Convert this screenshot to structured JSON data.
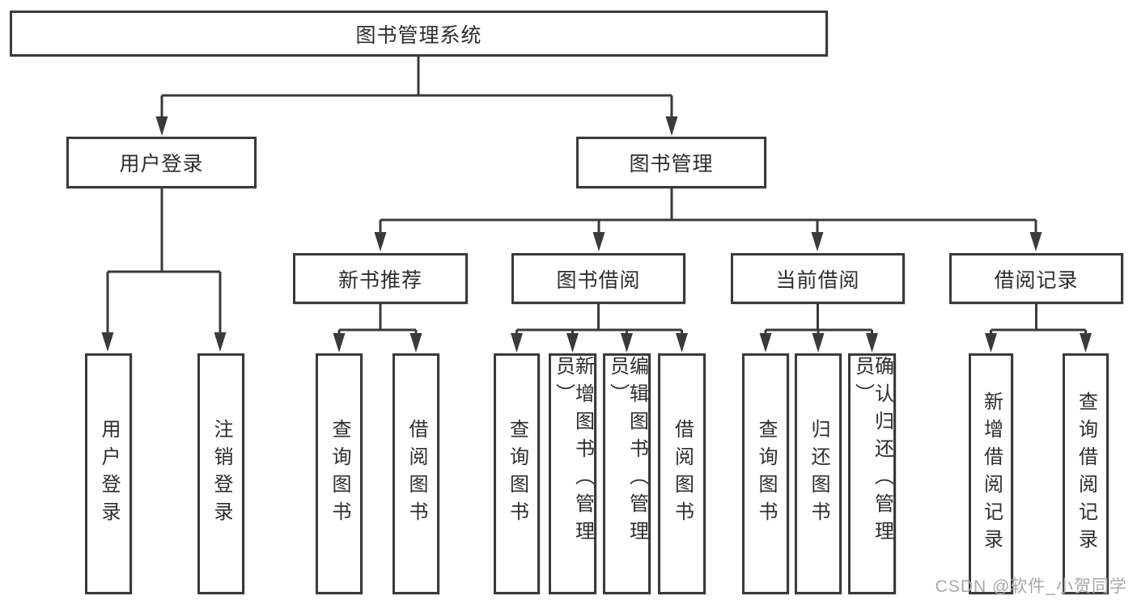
{
  "diagram": {
    "root": {
      "label": "图书管理系统"
    },
    "branches": [
      {
        "label": "用户登录",
        "children": [
          {
            "label": "用户登录"
          },
          {
            "label": "注销登录"
          }
        ]
      },
      {
        "label": "图书管理",
        "children": [
          {
            "label": "新书推荐",
            "children": [
              {
                "label": "查询图书"
              },
              {
                "label": "借阅图书"
              }
            ]
          },
          {
            "label": "图书借阅",
            "children": [
              {
                "label": "查询图书"
              },
              {
                "label": "新增图书（管理员）"
              },
              {
                "label": "编辑图书（管理员）"
              },
              {
                "label": "借阅图书"
              }
            ]
          },
          {
            "label": "当前借阅",
            "children": [
              {
                "label": "查询图书"
              },
              {
                "label": "归还图书"
              },
              {
                "label": "确认归还（管理员）"
              }
            ]
          },
          {
            "label": "借阅记录",
            "children": [
              {
                "label": "新增借阅记录"
              },
              {
                "label": "查询借阅记录"
              }
            ]
          }
        ]
      }
    ]
  },
  "watermark": {
    "text": "CSDN @软件_小贺同学"
  },
  "colors": {
    "line": "#3a3a3a",
    "text": "#2d2d2d",
    "watermark": "#a9a9a9",
    "bg": "#ffffff"
  }
}
